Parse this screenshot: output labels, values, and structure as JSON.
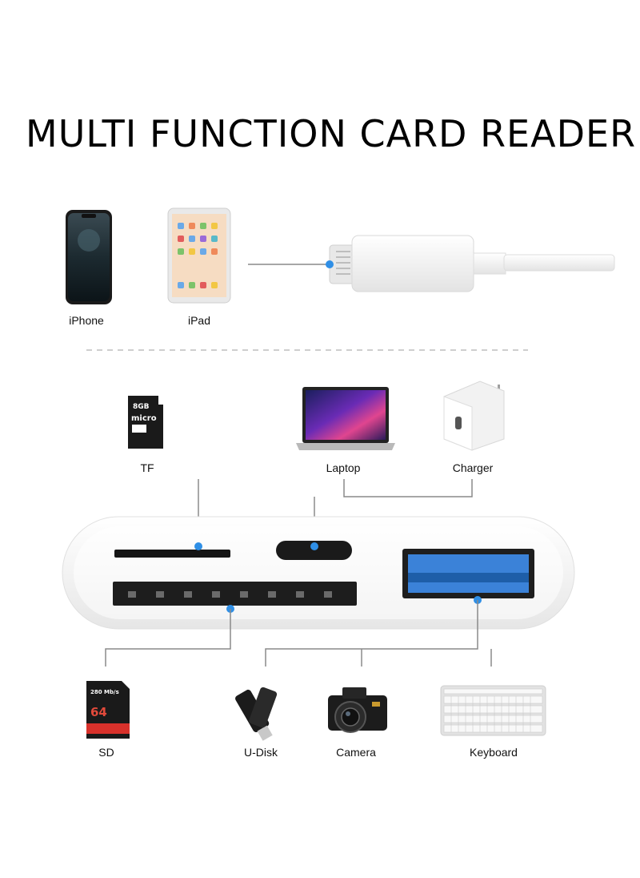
{
  "title": "MULTI FUNCTION CARD READER",
  "devices_top": {
    "iphone_label": "iPhone",
    "ipad_label": "iPad"
  },
  "inputs": {
    "tf_label": "TF",
    "laptop_label": "Laptop",
    "charger_label": "Charger"
  },
  "outputs": {
    "sd_label": "SD",
    "udisk_label": "U-Disk",
    "camera_label": "Camera",
    "keyboard_label": "Keyboard"
  },
  "card_text": {
    "micro_capacity": "8GB",
    "micro_brand": "micro",
    "sd_speed": "280 Mb/s",
    "sd_capacity": "64"
  },
  "colors": {
    "dot": "#2f8fe6",
    "line": "#8a8a8a",
    "adapter_body": "#f4f4f4",
    "usb_blue": "#3b82d8"
  }
}
